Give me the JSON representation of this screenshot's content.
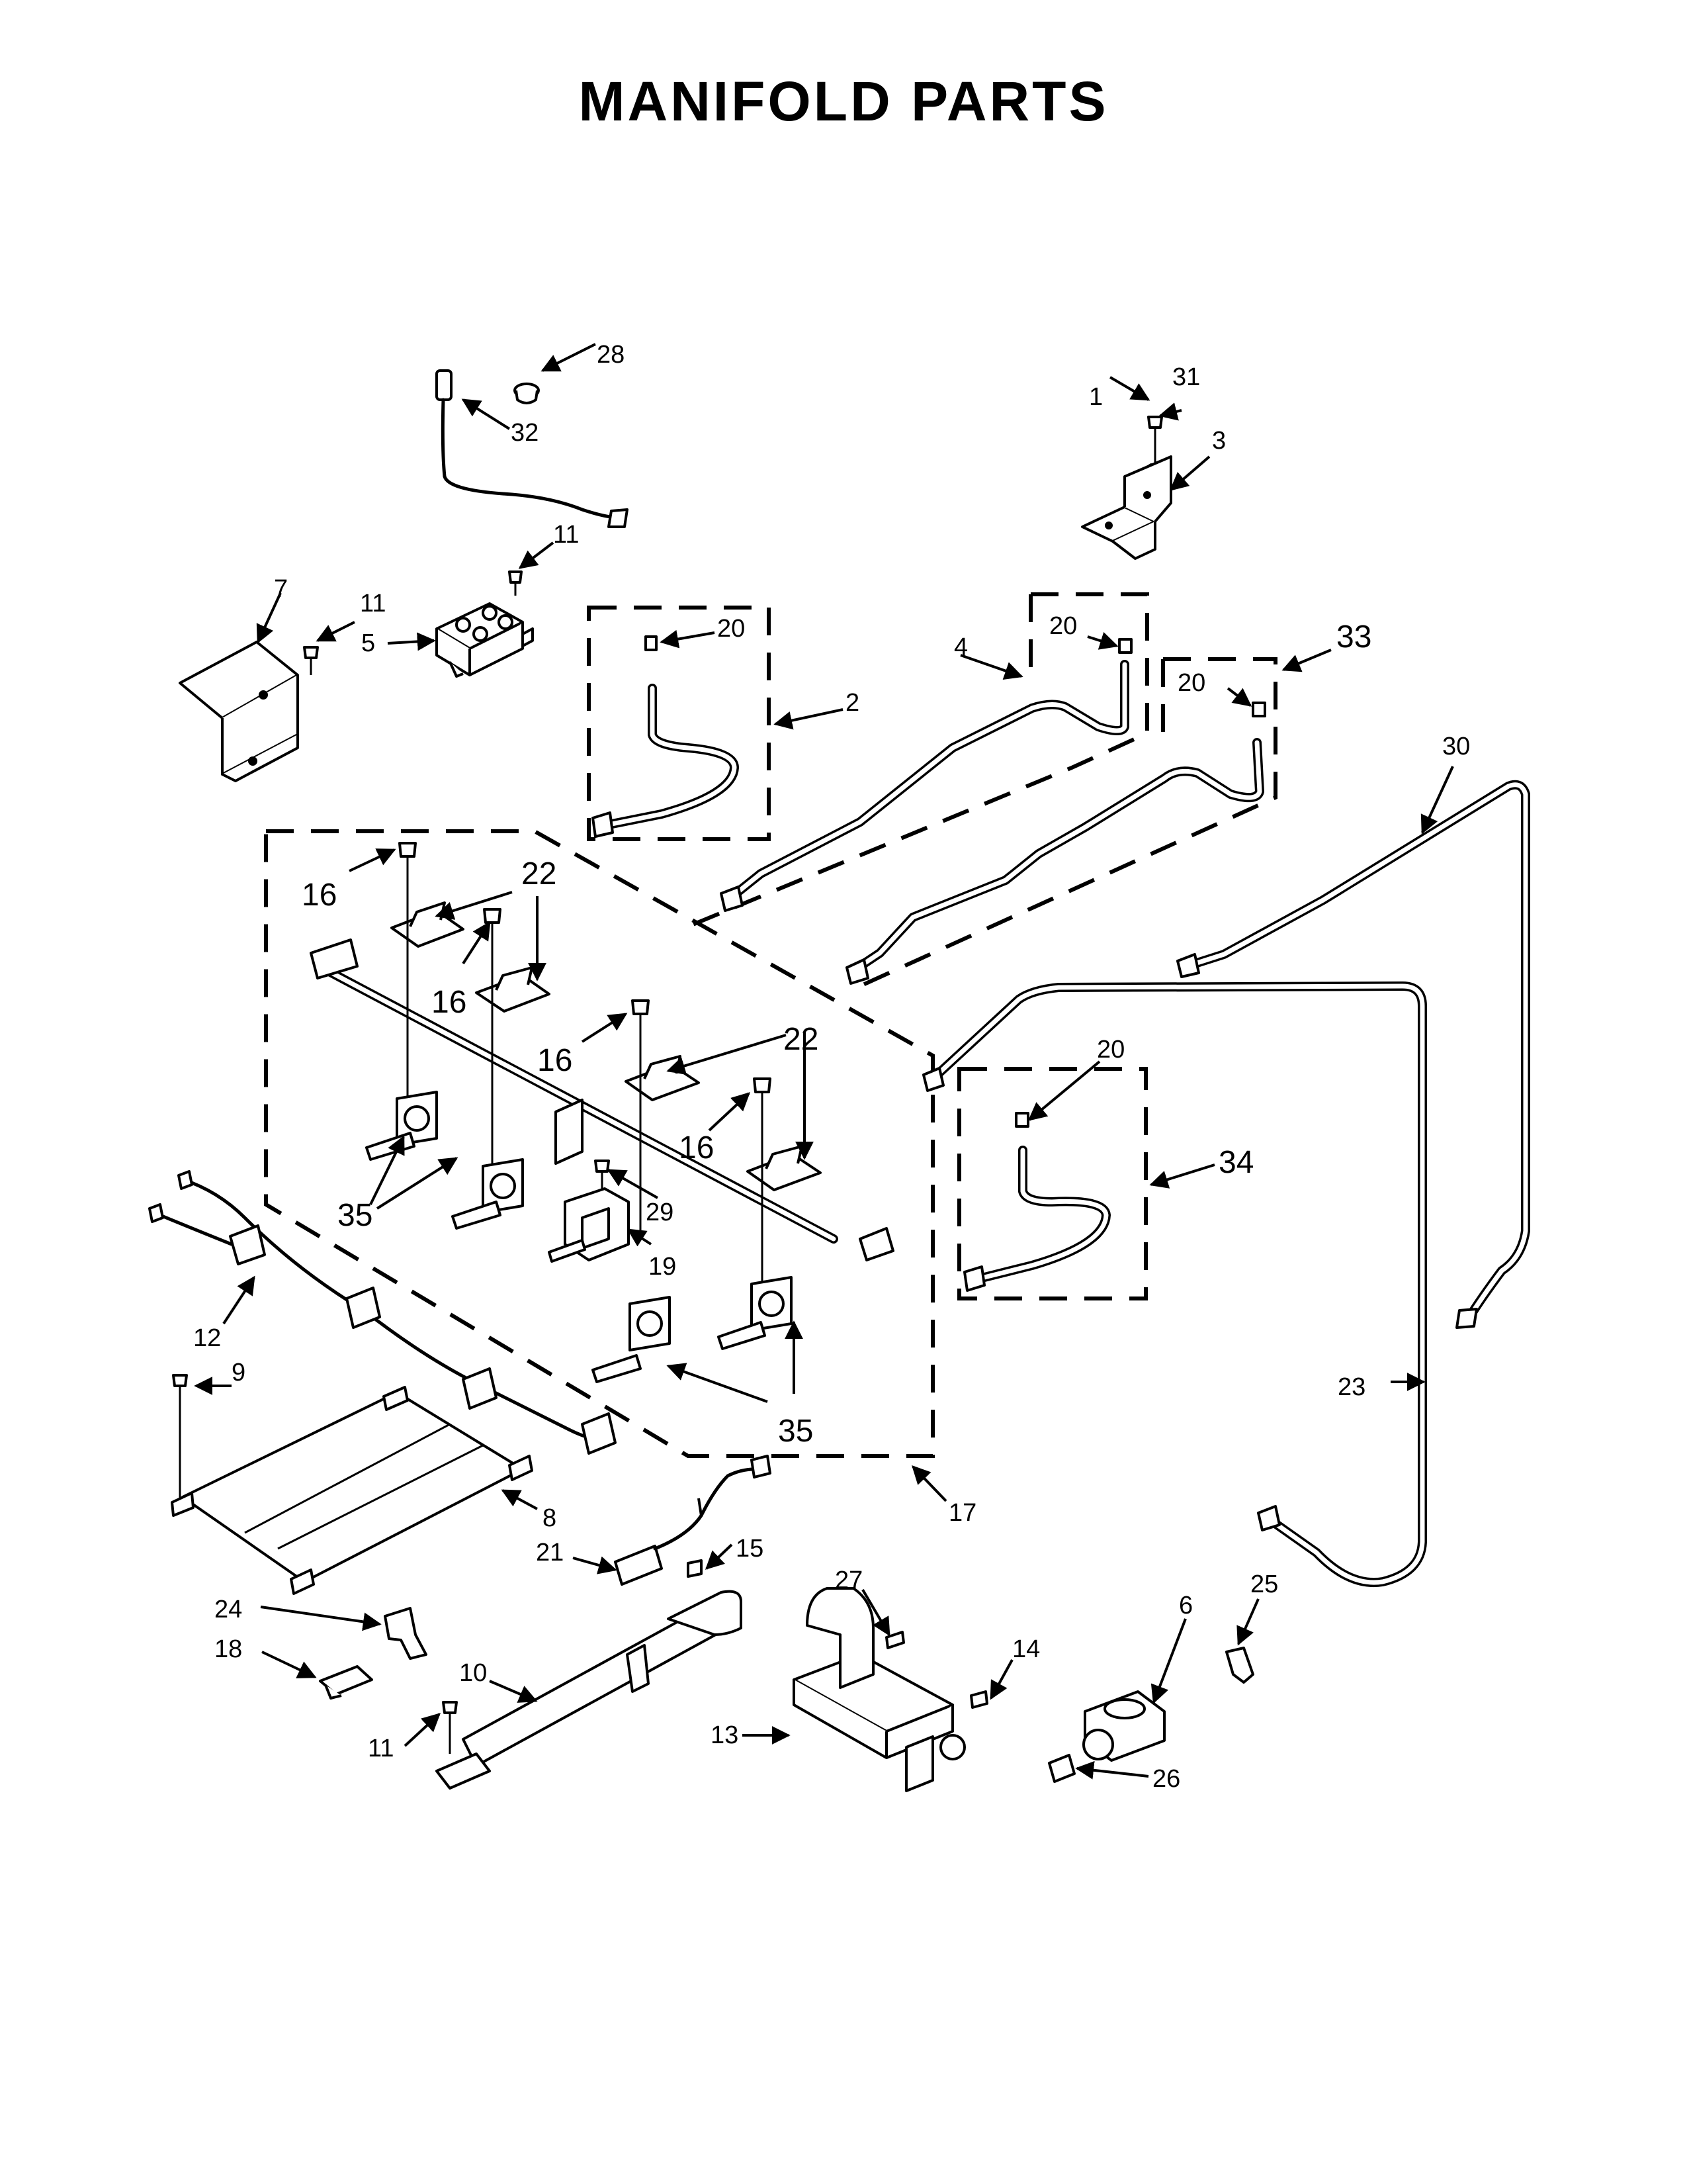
{
  "title": "MANIFOLD PARTS",
  "callouts": {
    "c1": "1",
    "c2": "2",
    "c3": "3",
    "c4": "4",
    "c5": "5",
    "c6": "6",
    "c7": "7",
    "c8": "8",
    "c9": "9",
    "c10": "10",
    "c11a": "11",
    "c11b": "11",
    "c11c": "11",
    "c12": "12",
    "c13": "13",
    "c14": "14",
    "c15": "15",
    "c16a": "16",
    "c16b": "16",
    "c16c": "16",
    "c16d": "16",
    "c17": "17",
    "c18": "18",
    "c19": "19",
    "c20a": "20",
    "c20b": "20",
    "c20c": "20",
    "c20d": "20",
    "c21": "21",
    "c22a": "22",
    "c22b": "22",
    "c23": "23",
    "c24": "24",
    "c25": "25",
    "c26": "26",
    "c27": "27",
    "c28": "28",
    "c29": "29",
    "c30": "30",
    "c31": "31",
    "c32": "32",
    "c33": "33",
    "c34": "34",
    "c35a": "35",
    "c35b": "35"
  }
}
